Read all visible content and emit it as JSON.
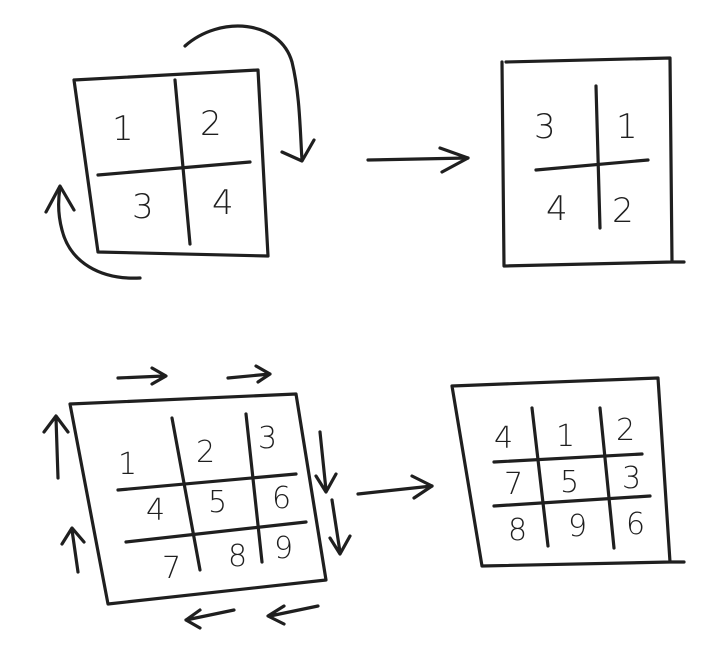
{
  "diagram": {
    "grid2_before": [
      "1",
      "2",
      "3",
      "4"
    ],
    "grid2_after": [
      "3",
      "1",
      "4",
      "2"
    ],
    "grid3_before": [
      "1",
      "2",
      "3",
      "4",
      "5",
      "6",
      "7",
      "8",
      "9"
    ],
    "grid3_after": [
      "4",
      "1",
      "2",
      "7",
      "5",
      "3",
      "8",
      "9",
      "6"
    ]
  }
}
